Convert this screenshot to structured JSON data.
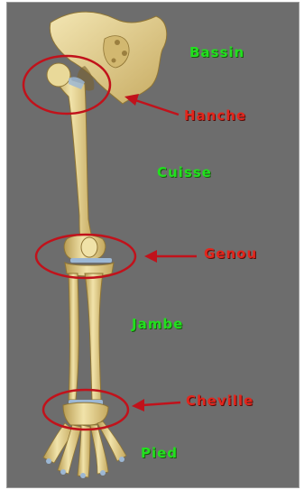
{
  "labels": {
    "bassin": "Bassin",
    "hanche": "Hanche",
    "cuisse": "Cuisse",
    "genou": "Genou",
    "jambe": "Jambe",
    "cheville": "Cheville",
    "pied": "Pied"
  },
  "colors": {
    "background": "#6d6d6d",
    "bone": "#e8d79a",
    "cartilage": "#9cb7d4",
    "green_label": "#22e01e",
    "red_label": "#e2261d",
    "highlight_circle": "#c1121b"
  }
}
